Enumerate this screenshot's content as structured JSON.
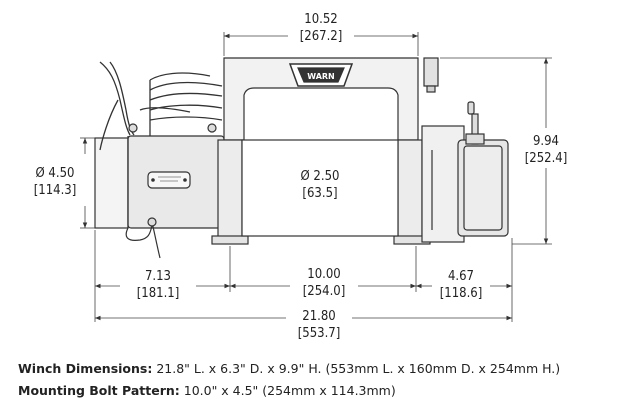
{
  "dimensions": {
    "overall_height_in": "9.94",
    "overall_height_mm": "[252.4]",
    "drum_width_in": "10.52",
    "drum_width_mm": "[267.2]",
    "motor_diameter_in": "Ø 4.50",
    "motor_diameter_mm": "[114.3]",
    "drum_diameter_in": "Ø 2.50",
    "drum_diameter_mm": "[63.5]",
    "left_section_in": "7.13",
    "left_section_mm": "[181.1]",
    "bolt_spacing_in": "10.00",
    "bolt_spacing_mm": "[254.0]",
    "right_section_in": "4.67",
    "right_section_mm": "[118.6]",
    "overall_length_in": "21.80",
    "overall_length_mm": "[553.7]"
  },
  "logo_text": "WARN",
  "captions": {
    "winch_label": "Winch Dimensions:",
    "winch_value": "21.8\" L. x 6.3\" D. x 9.9\" H. (553mm L. x 160mm D. x 254mm H.)",
    "bolt_label": "Mounting Bolt Pattern:",
    "bolt_value": "10.0\" x 4.5\" (254mm x 114.3mm)"
  }
}
